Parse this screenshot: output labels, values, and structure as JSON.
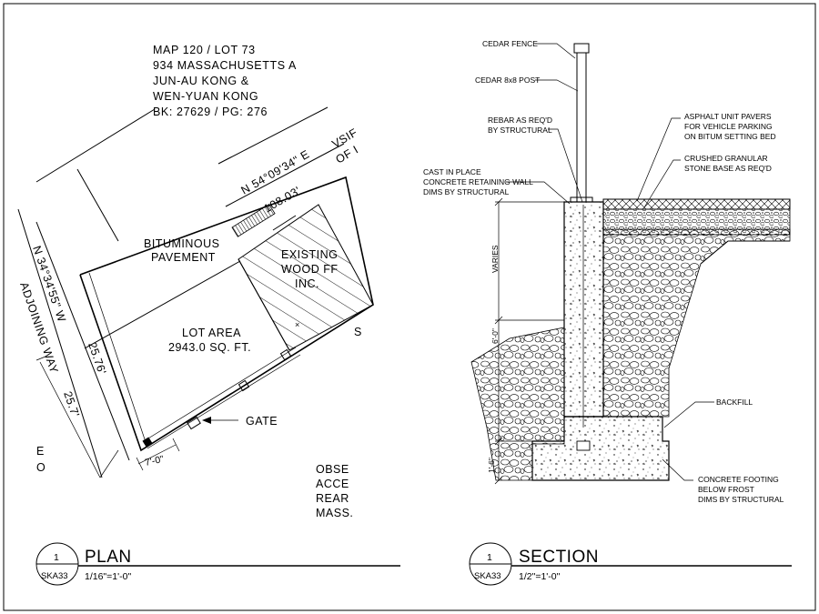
{
  "plan": {
    "header": [
      "MAP 120 / LOT 73",
      "934 MASSACHUSETTS A",
      "JUN-AU KONG &",
      "WEN-YUAN KONG",
      "BK: 27629 / PG: 276"
    ],
    "bearing_ne": "N 54°09'34\" E",
    "dist_ne": "108.03'",
    "vsif": "VSIF",
    "of_i": "OF I",
    "pavement": [
      "BITUMINOUS",
      "PAVEMENT"
    ],
    "existing": [
      "EXISTING",
      "WOOD FF",
      "INC."
    ],
    "lot_area": [
      "LOT AREA",
      "2943.0 SQ. FT."
    ],
    "bearing_nw": "N 34°34'55\" W",
    "adjoining": "ADJOINING WAY",
    "dist_a": "25.76'",
    "dist_b": "25.7'",
    "gate": "GATE",
    "width": "7'-0\"",
    "s_mark": "S",
    "e_mark": "E",
    "o_mark": "O",
    "note": [
      "OBSE",
      "ACCE",
      "REAR",
      "MASS."
    ],
    "detail_no": "1",
    "sheet": "SKA33",
    "title": "PLAN",
    "scale": "1/16\"=1'-0\""
  },
  "section": {
    "cedar_fence": "CEDAR FENCE",
    "cedar_post": "CEDAR 8x8 POST",
    "rebar": [
      "REBAR AS REQ'D",
      "BY STRUCTURAL"
    ],
    "retaining": [
      "CAST IN PLACE",
      "CONCRETE RETAINING WALL",
      "DIMS BY STRUCTURAL"
    ],
    "pavers": [
      "ASPHALT UNIT PAVERS",
      "FOR VEHICLE PARKING",
      "ON BITUM SETTING BED"
    ],
    "stone": [
      "CRUSHED GRANULAR",
      "STONE BASE AS REQ'D"
    ],
    "varies": "VARIES",
    "six_ft": "6'-0\"",
    "one_six": "1'-6\"",
    "backfill": "BACKFILL",
    "footing": [
      "CONCRETE FOOTING",
      "BELOW FROST",
      "DIMS BY STRUCTURAL"
    ],
    "detail_no": "1",
    "sheet": "SKA33",
    "title": "SECTION",
    "scale": "1/2\"=1'-0\""
  }
}
